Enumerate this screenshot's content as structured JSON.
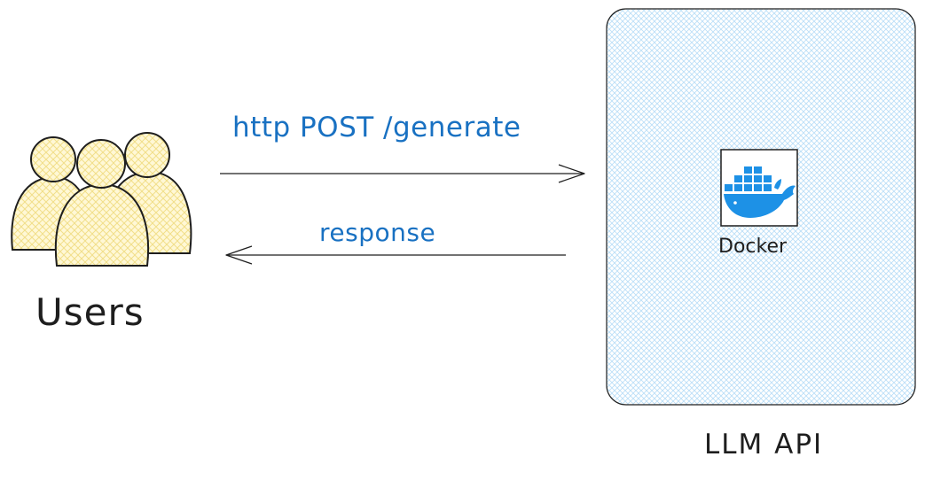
{
  "nodes": {
    "users": {
      "label": "Users",
      "icon": "users-group-icon",
      "fill": "#fff3bf",
      "stroke": "#1e1e1e"
    },
    "llm_api": {
      "label": "LLM API",
      "fill": "#e7f5ff",
      "hatch": "#a5d8ff",
      "stroke": "#1e1e1e",
      "container": {
        "label": "Docker",
        "icon": "docker-whale-icon",
        "icon_color": "#1d91e6"
      }
    }
  },
  "edges": [
    {
      "from": "users",
      "to": "llm_api",
      "label": "http POST /generate",
      "color": "#1971c2"
    },
    {
      "from": "llm_api",
      "to": "users",
      "label": "response",
      "color": "#1971c2"
    }
  ]
}
